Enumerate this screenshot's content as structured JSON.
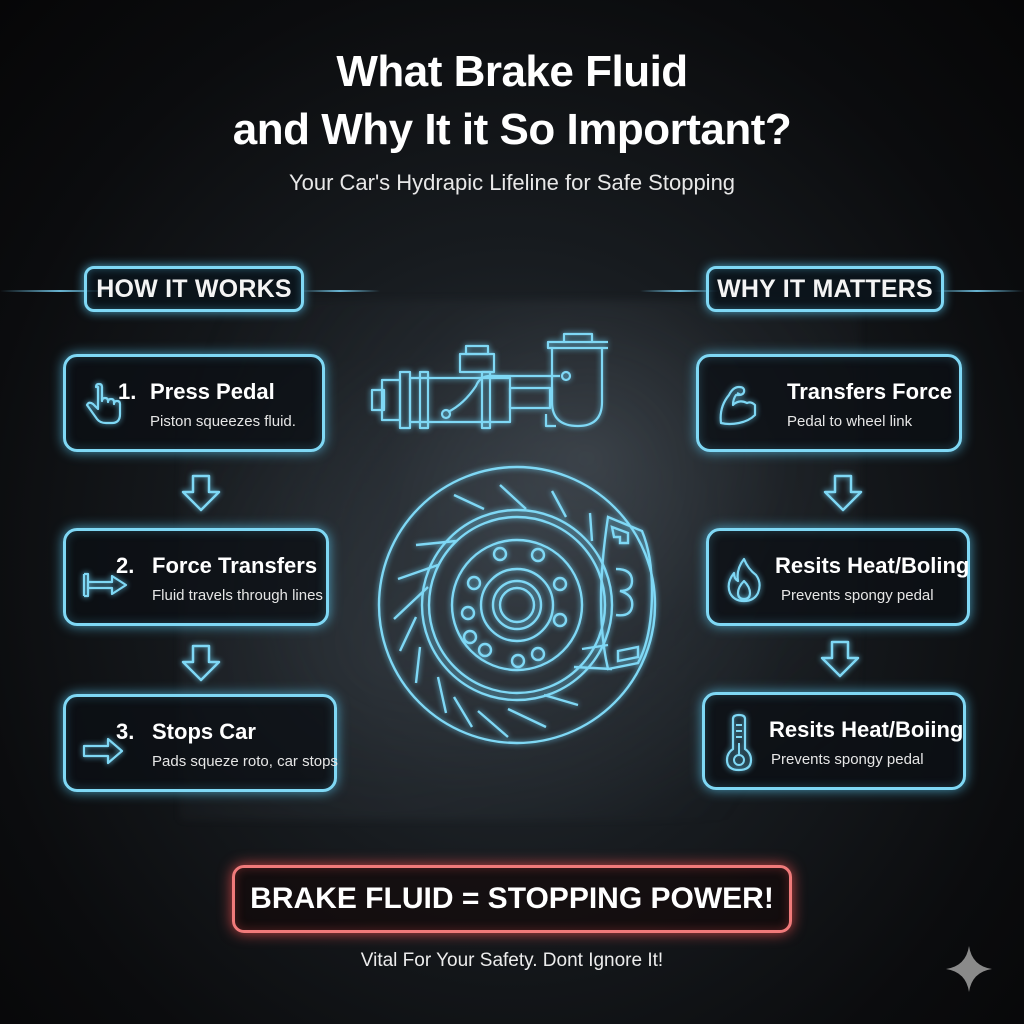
{
  "header": {
    "title_line1": "What Brake Fluid",
    "title_line2": "and Why It it So Important?",
    "subtitle": "Your Car's Hydrapic Lifeline for Safe Stopping"
  },
  "how_it_works": {
    "heading": "HOW IT WORKS",
    "steps": [
      {
        "number": "1.",
        "title": "Press Pedal",
        "description": "Piston squeezes fluid.",
        "icon": "pointing-hand-icon"
      },
      {
        "number": "2.",
        "title": "Force Transfers",
        "description": "Fluid travels through lines",
        "icon": "push-arrow-icon"
      },
      {
        "number": "3.",
        "title": "Stops Car",
        "description": "Pads squeze roto, car stops",
        "icon": "right-arrow-icon"
      }
    ]
  },
  "why_it_matters": {
    "heading": "WHY IT MATTERS",
    "items": [
      {
        "title": "Transfers Force",
        "description": "Pedal to wheel link",
        "icon": "flexed-arm-icon"
      },
      {
        "title": "Resits Heat/Boling",
        "description": "Prevents spongy pedal",
        "icon": "flame-icon"
      },
      {
        "title": "Resits Heat/Boiing",
        "description": "Prevents spongy pedal",
        "icon": "thermometer-icon"
      }
    ]
  },
  "illustrations": {
    "top": "master-cylinder-icon",
    "center": "brake-disc-caliper-icon"
  },
  "callout": {
    "text": "BRAKE FLUID = STOPPING POWER!",
    "tagline": "Vital For Your Safety. Dont Ignore It!"
  },
  "colors": {
    "neon_blue": "#7fd8f5",
    "neon_red": "#f07a7a",
    "background": "#0b0c0e",
    "text": "#ffffff"
  }
}
